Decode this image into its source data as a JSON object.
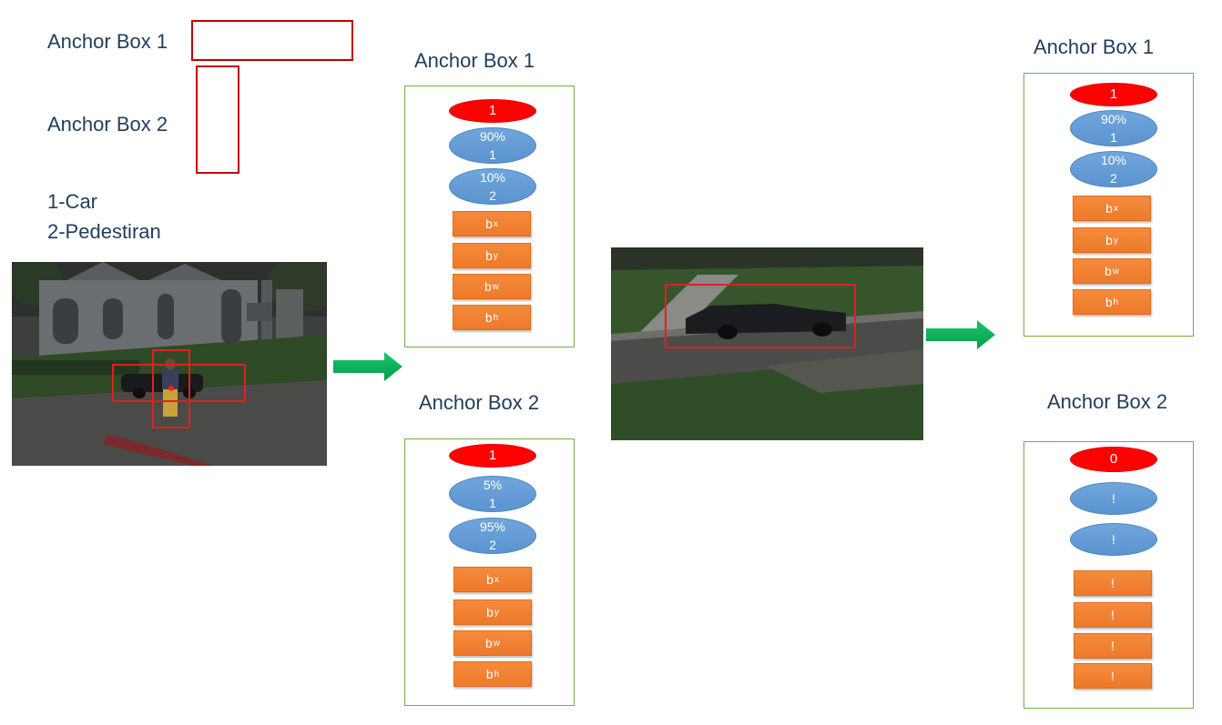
{
  "left": {
    "anchor1_label": "Anchor Box 1",
    "anchor2_label": "Anchor Box 2",
    "class_1": "1-Car",
    "class_2": "2-Pedestiran"
  },
  "middle": {
    "anchor1": {
      "title": "Anchor Box 1",
      "pc": "1",
      "c1_pct": "90%",
      "c1_idx": "1",
      "c2_pct": "10%",
      "c2_idx": "2",
      "bx": "b",
      "bx_sub": "x",
      "by": "b",
      "by_sub": "y",
      "bw": "b",
      "bw_sub": "w",
      "bh": "b",
      "bh_sub": "h"
    },
    "anchor2": {
      "title": "Anchor Box 2",
      "pc": "1",
      "c1_pct": "5%",
      "c1_idx": "1",
      "c2_pct": "95%",
      "c2_idx": "2",
      "bx": "b",
      "bx_sub": "x",
      "by": "b",
      "by_sub": "y",
      "bw": "b",
      "bw_sub": "w",
      "bh": "b",
      "bh_sub": "h"
    }
  },
  "right": {
    "anchor1": {
      "title": "Anchor Box 1",
      "pc": "1",
      "c1_pct": "90%",
      "c1_idx": "1",
      "c2_pct": "10%",
      "c2_idx": "2",
      "bx": "b",
      "bx_sub": "x",
      "by": "b",
      "by_sub": "y",
      "bw": "b",
      "bw_sub": "w",
      "bh": "b",
      "bh_sub": "h"
    },
    "anchor2": {
      "title": "Anchor Box 2",
      "pc": "0",
      "c1": "!",
      "c2": "!",
      "bx": "!",
      "by": "!",
      "bw": "!",
      "bh": "!"
    }
  },
  "colors": {
    "title_text": "#1f3d5c",
    "box_outline": "#c00000",
    "panel_border": "#70ad47",
    "red_oval": "#ff0000",
    "blue_oval": "#5b9bd5",
    "orange_rect": "#ed7d31",
    "arrow": "#00b050"
  }
}
